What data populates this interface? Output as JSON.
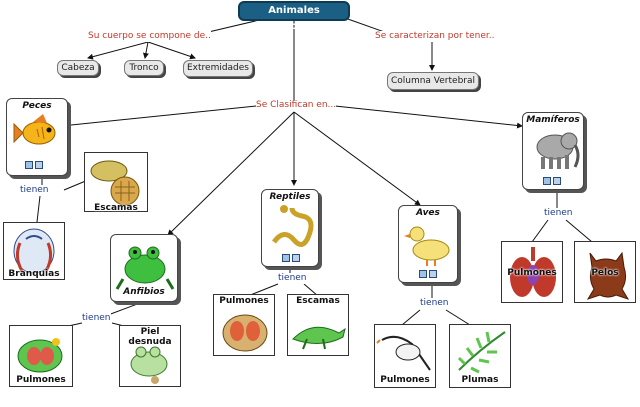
{
  "root": {
    "title": "Animales Vertebrados"
  },
  "phrases": {
    "compone": "Su cuerpo se compone de..",
    "caracterizan": "Se caracterizan por tener..",
    "clasifican": "Se Clasifican en...",
    "tienen": "tienen"
  },
  "body_parts": [
    "Cabeza",
    "Tronco",
    "Extremidades"
  ],
  "characteristic": "Columna Vertebral",
  "classes": {
    "peces": {
      "title": "Peces",
      "features": [
        "Escamas",
        "Branquias"
      ]
    },
    "anfibios": {
      "title": "Anfibios",
      "features": [
        "Pulmones",
        "Piel desnuda"
      ]
    },
    "reptiles": {
      "title": "Reptiles",
      "features": [
        "Pulmones",
        "Escamas"
      ]
    },
    "aves": {
      "title": "Aves",
      "features": [
        "Pulmones",
        "Plumas"
      ]
    },
    "mamiferos": {
      "title": "Mamíferos",
      "features": [
        "Pulmones",
        "Pelos"
      ]
    }
  },
  "colors": {
    "root_fill": "#1b5f84",
    "link_red": "#c0392b",
    "link_blue": "#1e3a8a"
  }
}
